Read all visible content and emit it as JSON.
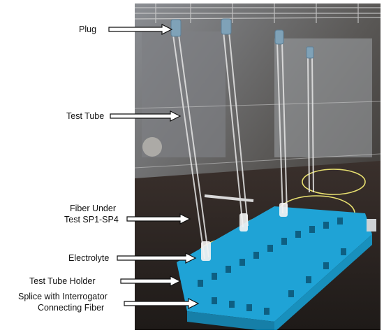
{
  "labels": {
    "plug": "Plug",
    "test_tube": "Test Tube",
    "fiber_line1": "Fiber Under",
    "fiber_line2": "Test SP1-SP4",
    "electrolyte": "Electrolyte",
    "holder": "Test Tube Holder",
    "splice_line1": "Splice with Interrogator",
    "splice_line2": "Connecting Fiber"
  },
  "colors": {
    "rack_blue": "#1fa3d6",
    "fiber_yellow": "#e8e070",
    "chamber_dark": "#2a2320",
    "arrow_stroke": "#111111"
  }
}
